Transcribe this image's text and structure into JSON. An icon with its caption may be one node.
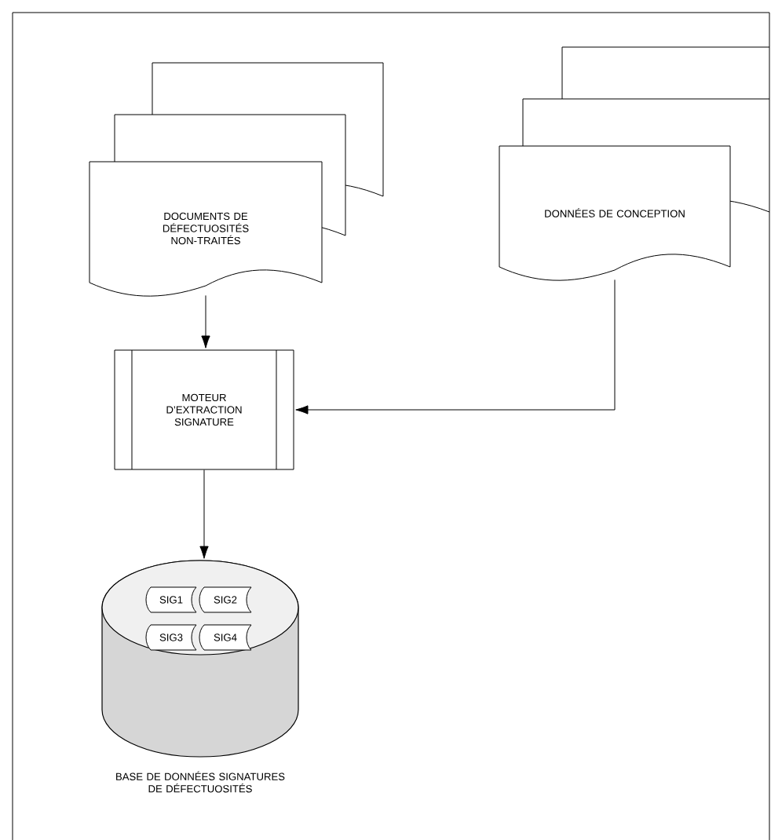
{
  "diagram": {
    "nodes": [
      {
        "text": [
          "DOCUMENTS DE DÉFECTUOSITÉS NON-TRAITÉS"
        ]
      },
      {
        "text": [
          "DONNÉES DE CONCEPTION"
        ]
      },
      {
        "text": [
          "MOTEUR D’EXTRACTION SIGNATURE"
        ]
      },
      {
        "text": [
          "BASE DE DONNÉES SIGNATURES DE DÉFECTUOSITÉS"
        ]
      },
      {
        "text": [
          "SIG1"
        ],
        "in": 3
      },
      {
        "text": [
          "SIG2"
        ],
        "in": 3
      },
      {
        "text": [
          "SIG3"
        ],
        "in": 3
      },
      {
        "text": [
          "SIG4"
        ],
        "in": 3
      }
    ],
    "edges": [
      {
        "from": 0,
        "to": 2,
        "arrow": "to"
      },
      {
        "from": 1,
        "to": 2,
        "arrow": "to"
      },
      {
        "from": 2,
        "to": 3,
        "arrow": "to"
      }
    ]
  }
}
